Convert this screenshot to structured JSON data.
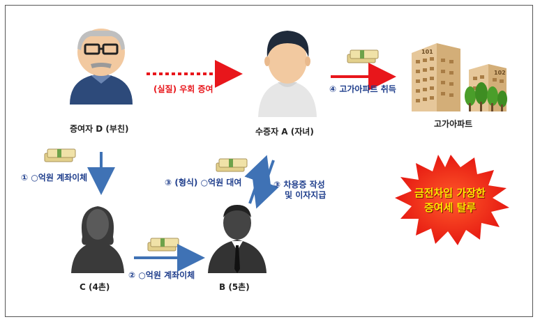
{
  "nodes": {
    "donor": "증여자 D (부친)",
    "recipient": "수증자 A (자녀)",
    "apartment": "고가아파트",
    "relative_c": "C (4촌)",
    "relative_b": "B (5촌)"
  },
  "flows": {
    "real_gift": "(실질) 우회 증여",
    "purchase": "④ 고가아파트 취득",
    "transfer1": "① ○억원 계좌이체",
    "transfer2": "② ○억원 계좌이체",
    "loan": "③ (형식) ○억원 대여",
    "loan_docs_line1": "③  차용증 작성",
    "loan_docs_line2": "및 이자지급"
  },
  "buildings": {
    "left_number": "101",
    "right_number": "102"
  },
  "burst": {
    "line1": "금전차입 가장한",
    "line2": "증여세 탈루"
  },
  "colors": {
    "red_arrow": "#e8161b",
    "blue_arrow": "#3f72b5",
    "burst": "#f02a1a",
    "burst_text": "#ffe600"
  }
}
